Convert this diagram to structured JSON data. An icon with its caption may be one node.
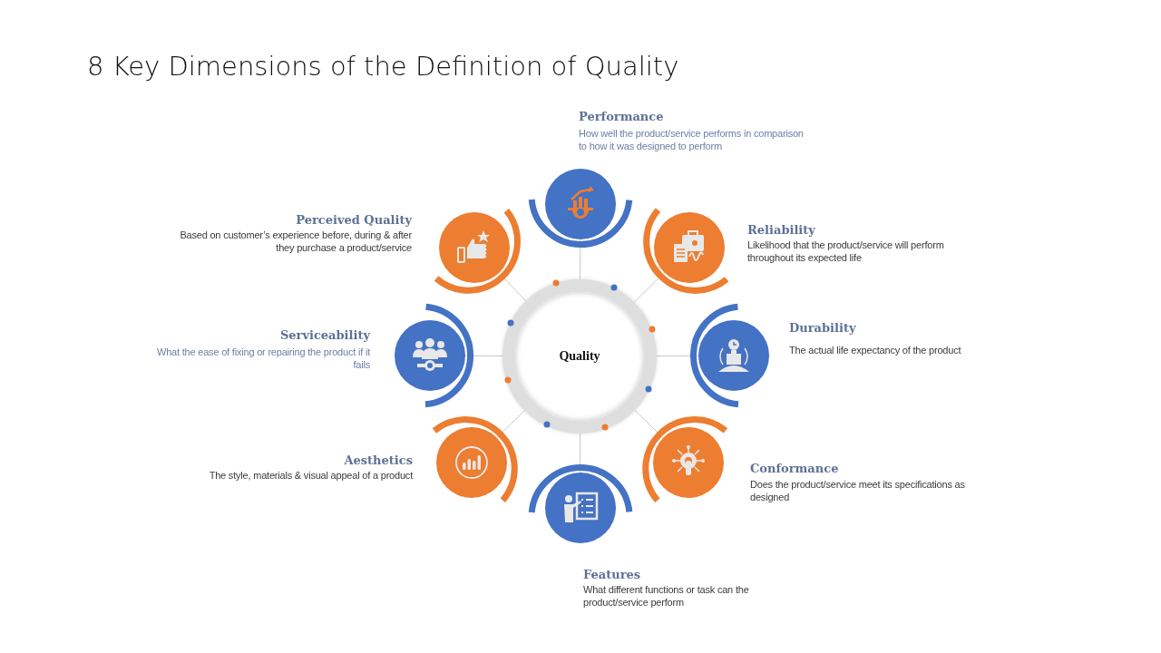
{
  "diagram": {
    "title": "8 Key Dimensions of the Definition of Quality",
    "nodes": [
      {
        "text": [
          "Quality"
        ]
      },
      {
        "text": [],
        "shape": "circle",
        "beside": [
          "Performance",
          "How well the product/service performs in comparison to how it was designed to perform"
        ]
      },
      {
        "text": [],
        "shape": "circle",
        "beside": [
          "Reliability",
          "Likelihood that the product/service will perform throughout its expected life"
        ]
      },
      {
        "text": [],
        "shape": "circle",
        "beside": [
          "Durability",
          "The actual life expectancy of the product"
        ]
      },
      {
        "text": [],
        "shape": "circle",
        "beside": [
          "Conformance",
          "Does the product/service meet its specifications as designed"
        ]
      },
      {
        "text": [],
        "shape": "circle",
        "beside": [
          "Features",
          "What different functions or task can the product/service perform"
        ]
      },
      {
        "text": [],
        "shape": "circle",
        "beside": [
          "Aesthetics",
          "The style, materials & visual appeal of a product"
        ]
      },
      {
        "text": [],
        "shape": "circle",
        "beside": [
          "Serviceability",
          "What the ease of fixing or repairing the product if it fails"
        ]
      },
      {
        "text": [],
        "shape": "circle",
        "beside": [
          "Perceived Quality",
          "Based on customer’s experience before, during & after they purchase a product/service"
        ]
      }
    ],
    "edges": [
      {
        "from": 0,
        "to": 1,
        "arrow": "none"
      },
      {
        "from": 0,
        "to": 2,
        "arrow": "none"
      },
      {
        "from": 0,
        "to": 3,
        "arrow": "none"
      },
      {
        "from": 0,
        "to": 4,
        "arrow": "none"
      },
      {
        "from": 0,
        "to": 5,
        "arrow": "none"
      },
      {
        "from": 0,
        "to": 6,
        "arrow": "none"
      },
      {
        "from": 0,
        "to": 7,
        "arrow": "none"
      },
      {
        "from": 0,
        "to": 8,
        "arrow": "none"
      }
    ]
  }
}
